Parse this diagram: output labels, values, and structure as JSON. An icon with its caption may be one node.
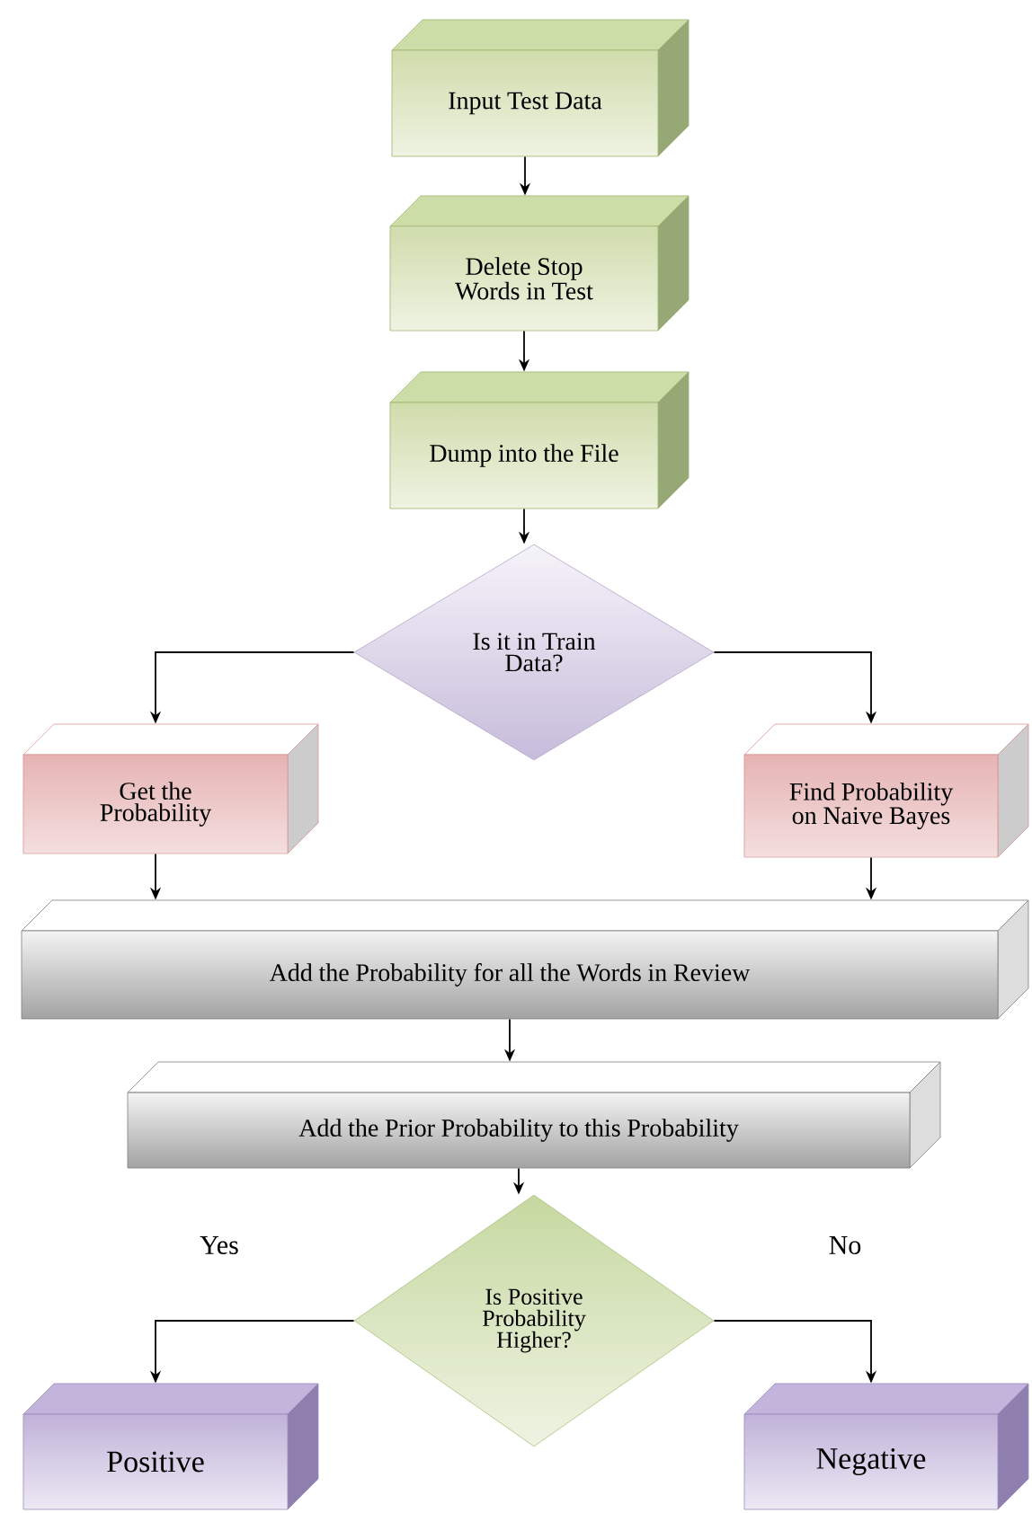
{
  "diagram": {
    "nodes": [
      {
        "text": [
          "Input Test Data"
        ]
      },
      {
        "text": [
          "Delete Stop Words in Test"
        ]
      },
      {
        "text": [
          "Dump into the File"
        ]
      },
      {
        "text": [
          "Is it in Train Data?"
        ]
      },
      {
        "text": [
          "Get the Probability"
        ]
      },
      {
        "text": [
          "Find Probability on Naive Bayes"
        ]
      },
      {
        "text": [
          "Add the Probability for all the Words in Review"
        ]
      },
      {
        "text": [
          "Add the Prior Probability to this Probability"
        ]
      },
      {
        "text": [
          "Is Positive Probability Higher?"
        ]
      },
      {
        "text": [
          "Positive"
        ]
      },
      {
        "text": [
          "Negative"
        ]
      }
    ],
    "edges": [
      {
        "from": 0,
        "to": 1,
        "arrow": "to"
      },
      {
        "from": 1,
        "to": 2,
        "arrow": "to"
      },
      {
        "from": 2,
        "to": 3,
        "arrow": "to"
      },
      {
        "from": 3,
        "to": 4,
        "arrow": "to"
      },
      {
        "from": 3,
        "to": 5,
        "arrow": "to"
      },
      {
        "from": 4,
        "to": 6,
        "arrow": "to"
      },
      {
        "from": 5,
        "to": 6,
        "arrow": "to"
      },
      {
        "from": 6,
        "to": 7,
        "arrow": "to"
      },
      {
        "from": 7,
        "to": 8,
        "arrow": "to"
      },
      {
        "from": 8,
        "to": 9,
        "label": "Yes",
        "arrow": "to"
      },
      {
        "from": 8,
        "to": 10,
        "label": "No",
        "arrow": "to"
      }
    ]
  }
}
